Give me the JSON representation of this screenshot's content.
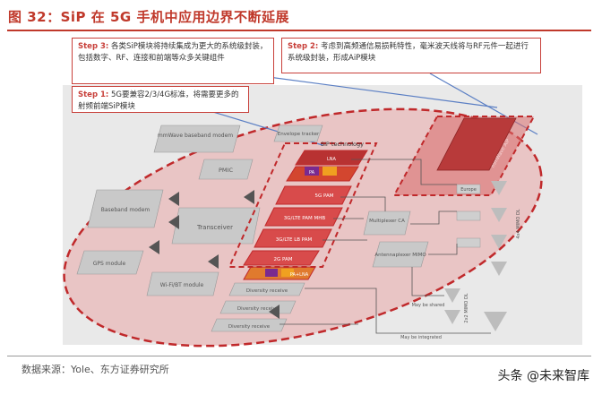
{
  "title": "图 32：SiP 在 5G  手机中应用边界不断延展",
  "callouts": {
    "step3": {
      "label": "Step 3:",
      "text": "各类SiP模块将持续集成为更大的系统级封装，包括数字、RF、连接和前端等众多关键组件"
    },
    "step2": {
      "label": "Step 2:",
      "text": "考虑到高频通信易损耗特性，毫米波天线将与RF元件一起进行系统级封装，形成AiP模块"
    },
    "step1": {
      "label": "Step 1:",
      "text": "5G要兼容2/3/4G标准，将需要更多的射频前端SiP模块"
    }
  },
  "blocks": {
    "mmwave_baseband": "mmWave baseband modem",
    "envelope": "Envelope tracker",
    "sip_tech": "SiP technology",
    "pmic": "PMIC",
    "baseband_modem": "Baseband modem",
    "transceiver": "Transceiver",
    "gps": "GPS module",
    "wifi_bt": "Wi-Fi/BT module",
    "sg_pam": "5G PAM",
    "sg_lte_pam_mhb": "3G/LTE PAM MHB",
    "sg_lte_lb_pam": "3G/LTE LB PAM",
    "twog_pam": "2G PAM",
    "diversity1": "Diversity receive",
    "diversity2": "Diversity receive",
    "diversity3": "Diversity receive",
    "multiplexer": "Multiplexer CA",
    "antenna_plexer": "Antennaplexer MIMO",
    "mmwave_aip": "mmWave AiP",
    "europe": "Europe",
    "lna": "LNA",
    "pa": "PA",
    "pa_lna": "PA+LNA",
    "may_be_shared": "May be shared",
    "may_be_integrated": "May be integrated",
    "mimo_dl_4x4": "4x4 MIMO DL",
    "mimo_dl_2x2": "2x2 MIMO DL"
  },
  "source": "数据来源：Yole、东方证券研究所",
  "watermark": "头条 @未来智库"
}
